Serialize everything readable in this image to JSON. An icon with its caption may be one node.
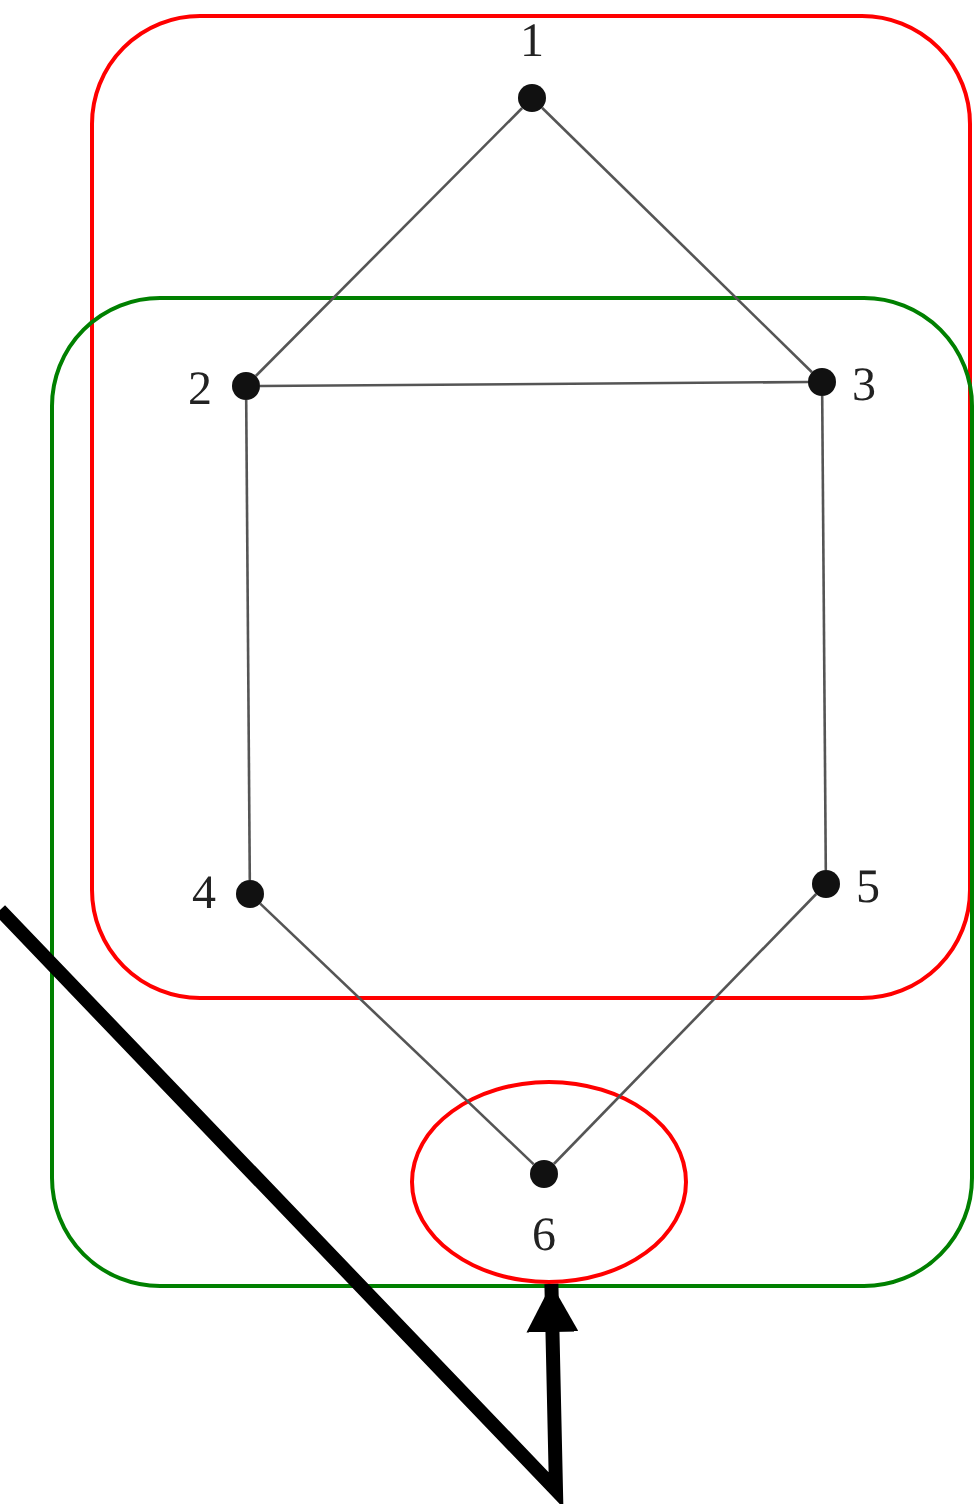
{
  "diagram": {
    "nodes": [
      {
        "text": [],
        "shape": "box"
      },
      {
        "text": [
          "1"
        ],
        "in": 0
      },
      {
        "text": [],
        "shape": "box"
      },
      {
        "text": [
          "2"
        ]
      },
      {
        "text": [
          "3"
        ]
      },
      {
        "text": [
          "4"
        ]
      },
      {
        "text": [
          "5"
        ]
      },
      {
        "text": [],
        "shape": "circle",
        "in": 2
      },
      {
        "text": [
          "6"
        ],
        "in": 7
      }
    ],
    "edges": [
      {
        "from": 1,
        "to": 3,
        "arrow": "none"
      },
      {
        "from": 1,
        "to": 4,
        "arrow": "none"
      },
      {
        "from": 3,
        "to": 4,
        "arrow": "none"
      },
      {
        "from": 3,
        "to": 5,
        "arrow": "none"
      },
      {
        "from": 4,
        "to": 6,
        "arrow": "none"
      },
      {
        "from": 5,
        "to": 8,
        "arrow": "none"
      },
      {
        "from": 6,
        "to": 8,
        "arrow": "none"
      },
      {
        "from": null,
        "to": 7,
        "arrow": "to",
        "style": "thick"
      }
    ]
  }
}
